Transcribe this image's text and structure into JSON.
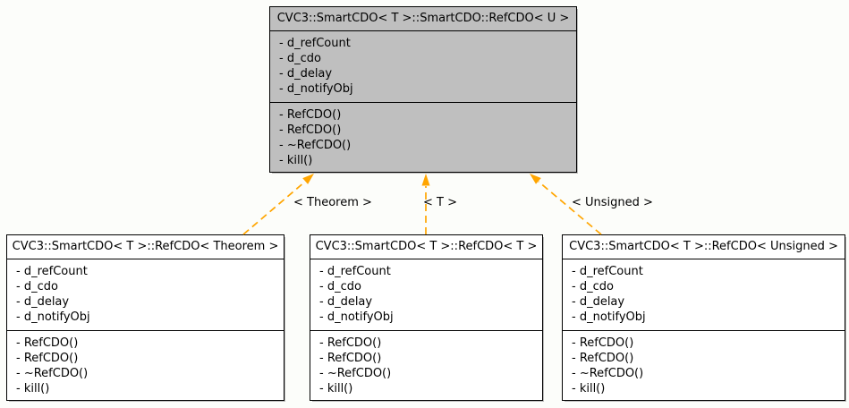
{
  "diagram": {
    "background_color": "#fcfdfa",
    "arrow_color": "#ffa500",
    "highlight_node_fill": "#bfbfbf",
    "node_fill": "#ffffff",
    "border_color": "#000000",
    "nodes": {
      "parent": {
        "title": "CVC3::SmartCDO< T >::SmartCDO::RefCDO< U >",
        "attributes": [
          "- d_refCount",
          "- d_cdo",
          "- d_delay",
          "- d_notifyObj"
        ],
        "methods": [
          "- RefCDO()",
          "- RefCDO()",
          "- ~RefCDO()",
          "- kill()"
        ]
      },
      "theorem": {
        "title": "CVC3::SmartCDO< T >::RefCDO< Theorem >",
        "attributes": [
          "- d_refCount",
          "- d_cdo",
          "- d_delay",
          "- d_notifyObj"
        ],
        "methods": [
          "- RefCDO()",
          "- RefCDO()",
          "- ~RefCDO()",
          "- kill()"
        ]
      },
      "t": {
        "title": "CVC3::SmartCDO< T >::RefCDO< T >",
        "attributes": [
          "- d_refCount",
          "- d_cdo",
          "- d_delay",
          "- d_notifyObj"
        ],
        "methods": [
          "- RefCDO()",
          "- RefCDO()",
          "- ~RefCDO()",
          "- kill()"
        ]
      },
      "unsigned": {
        "title": "CVC3::SmartCDO< T >::RefCDO< Unsigned >",
        "attributes": [
          "- d_refCount",
          "- d_cdo",
          "- d_delay",
          "- d_notifyObj"
        ],
        "methods": [
          "- RefCDO()",
          "- RefCDO()",
          "- ~RefCDO()",
          "- kill()"
        ]
      }
    },
    "edges": {
      "theorem": {
        "label": "< Theorem >"
      },
      "t": {
        "label": "< T >"
      },
      "unsigned": {
        "label": "< Unsigned >"
      }
    }
  }
}
